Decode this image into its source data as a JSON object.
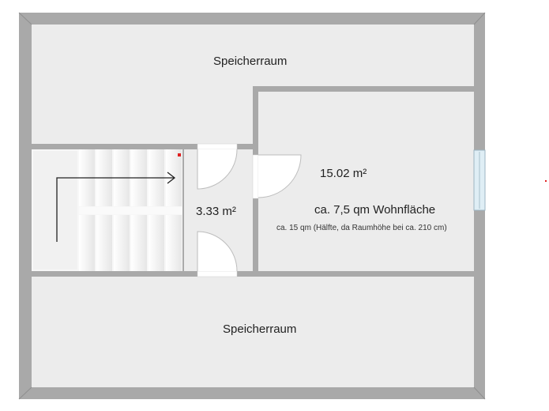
{
  "rooms": {
    "storage_top": {
      "label": "Speicherraum"
    },
    "storage_bottom": {
      "label": "Speicherraum"
    },
    "hall": {
      "area": "3.33 m²"
    },
    "room": {
      "area": "15.02 m²",
      "living_space": "ca. 7,5 qm Wohnfläche",
      "note": "ca. 15 qm (Hälfte, da Raumhöhe bei ca. 210 cm)"
    }
  },
  "colors": {
    "wall": "#a9a9a9",
    "wall_dark": "#8f8f8f",
    "floor": "#ececec",
    "stair": "#f4f4f4",
    "marker": "#e02020"
  }
}
